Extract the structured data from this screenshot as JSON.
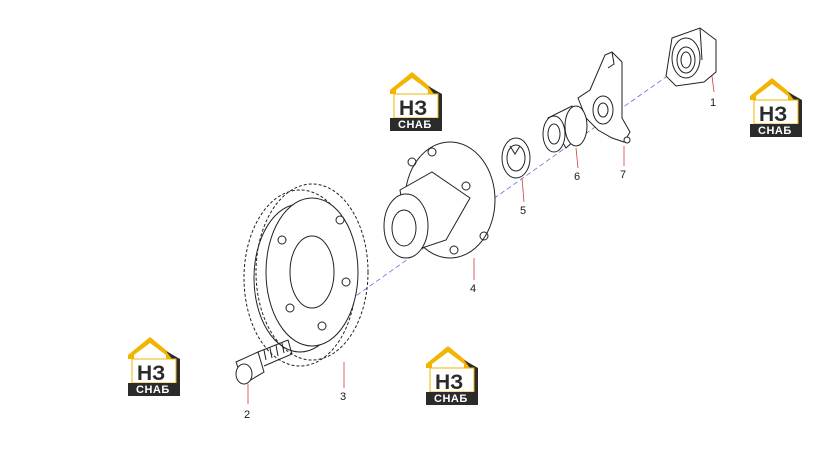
{
  "diagram": {
    "callouts": [
      {
        "id": "1",
        "label": "1"
      },
      {
        "id": "2",
        "label": "2"
      },
      {
        "id": "3",
        "label": "3"
      },
      {
        "id": "4",
        "label": "4"
      },
      {
        "id": "5",
        "label": "5"
      },
      {
        "id": "6",
        "label": "6"
      },
      {
        "id": "7",
        "label": "7"
      }
    ],
    "leader_color": "#d23a3a",
    "part_stroke_color": "#222222",
    "axis_color": "#6a6adf"
  },
  "watermark": {
    "main_text": "НЗ",
    "sub_text": "СНАБ",
    "roof_color": "#f2b400",
    "dark_color": "#2b2b2b"
  }
}
